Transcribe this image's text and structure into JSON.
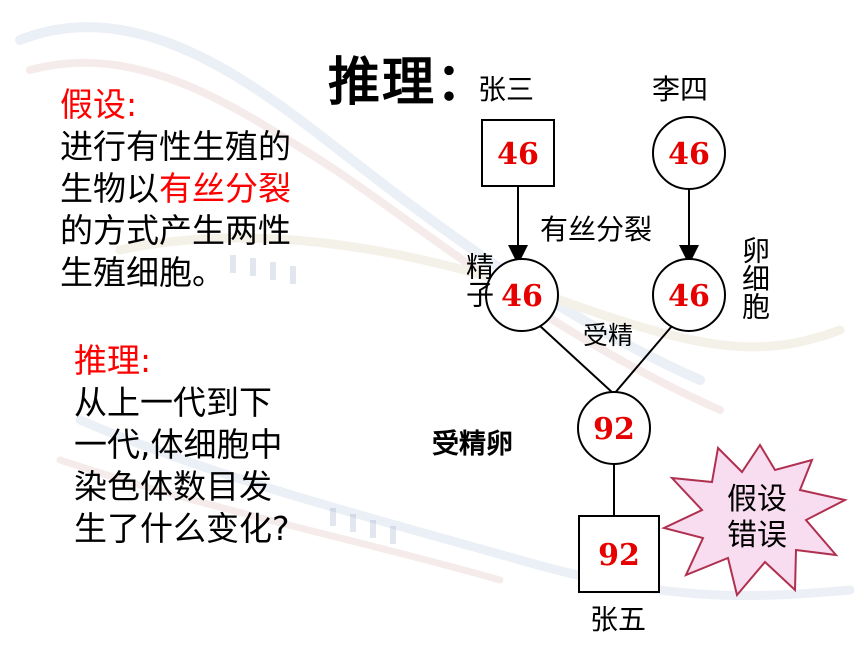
{
  "title": "推理：",
  "parents": {
    "father": "张三",
    "mother": "李四"
  },
  "hypothesis": {
    "label": "假设:",
    "line1": "进行有性生殖的",
    "line2_pre": "生物以",
    "line2_highlight": "有丝分裂",
    "line3": "的方式产生两性",
    "line4": "生殖细胞。"
  },
  "inference": {
    "label": "推理:",
    "line1": "从上一代到下",
    "line2": "一代,体细胞中",
    "line3": "染色体数目发",
    "line4": "生了什么变化?"
  },
  "diagram": {
    "father_count": "46",
    "mother_count": "46",
    "sperm_count": "46",
    "egg_count": "46",
    "zygote_count": "92",
    "child_count": "92",
    "mitosis_label": "有丝分裂",
    "sperm_label": "精子",
    "egg_label": "卵细胞",
    "fertilization_label": "受精",
    "zygote_label": "受精卵",
    "child_name": "张五",
    "burst_line1": "假设",
    "burst_line2": "错误"
  },
  "colors": {
    "accent": "#ff0000",
    "burst_fill": "#f8dcf0"
  }
}
